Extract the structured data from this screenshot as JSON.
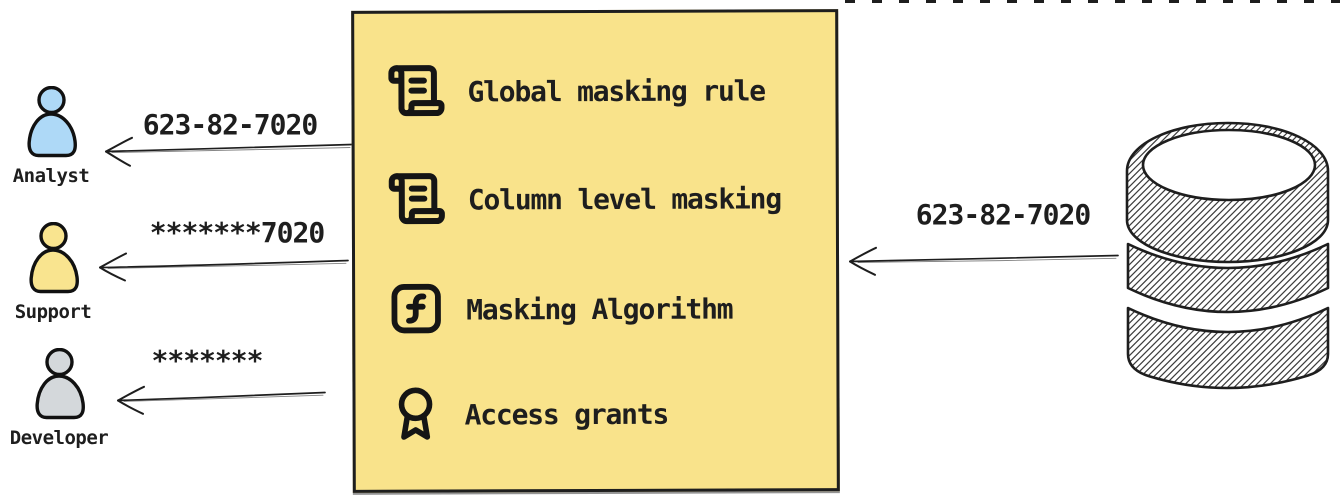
{
  "personas": [
    {
      "name": "Analyst",
      "masked_value": "623-82-7020",
      "fill": "#aed9f7"
    },
    {
      "name": "Support",
      "masked_value": "*******7020",
      "fill": "#f9e48f"
    },
    {
      "name": "Developer",
      "masked_value": "*******",
      "fill": "#d4d8db"
    }
  ],
  "masking_box": {
    "fill": "#f9e38b",
    "items": [
      {
        "icon": "scroll-text-icon",
        "label": "Global masking rule"
      },
      {
        "icon": "scroll-text-icon",
        "label": "Column level masking"
      },
      {
        "icon": "function-square-icon",
        "label": "Masking Algorithm"
      },
      {
        "icon": "award-icon",
        "label": "Access grants"
      }
    ]
  },
  "database": {
    "icon": "database-icon",
    "outgoing_value": "623-82-7020"
  },
  "colors": {
    "ink": "#1e1e1e",
    "background": "#ffffff"
  }
}
